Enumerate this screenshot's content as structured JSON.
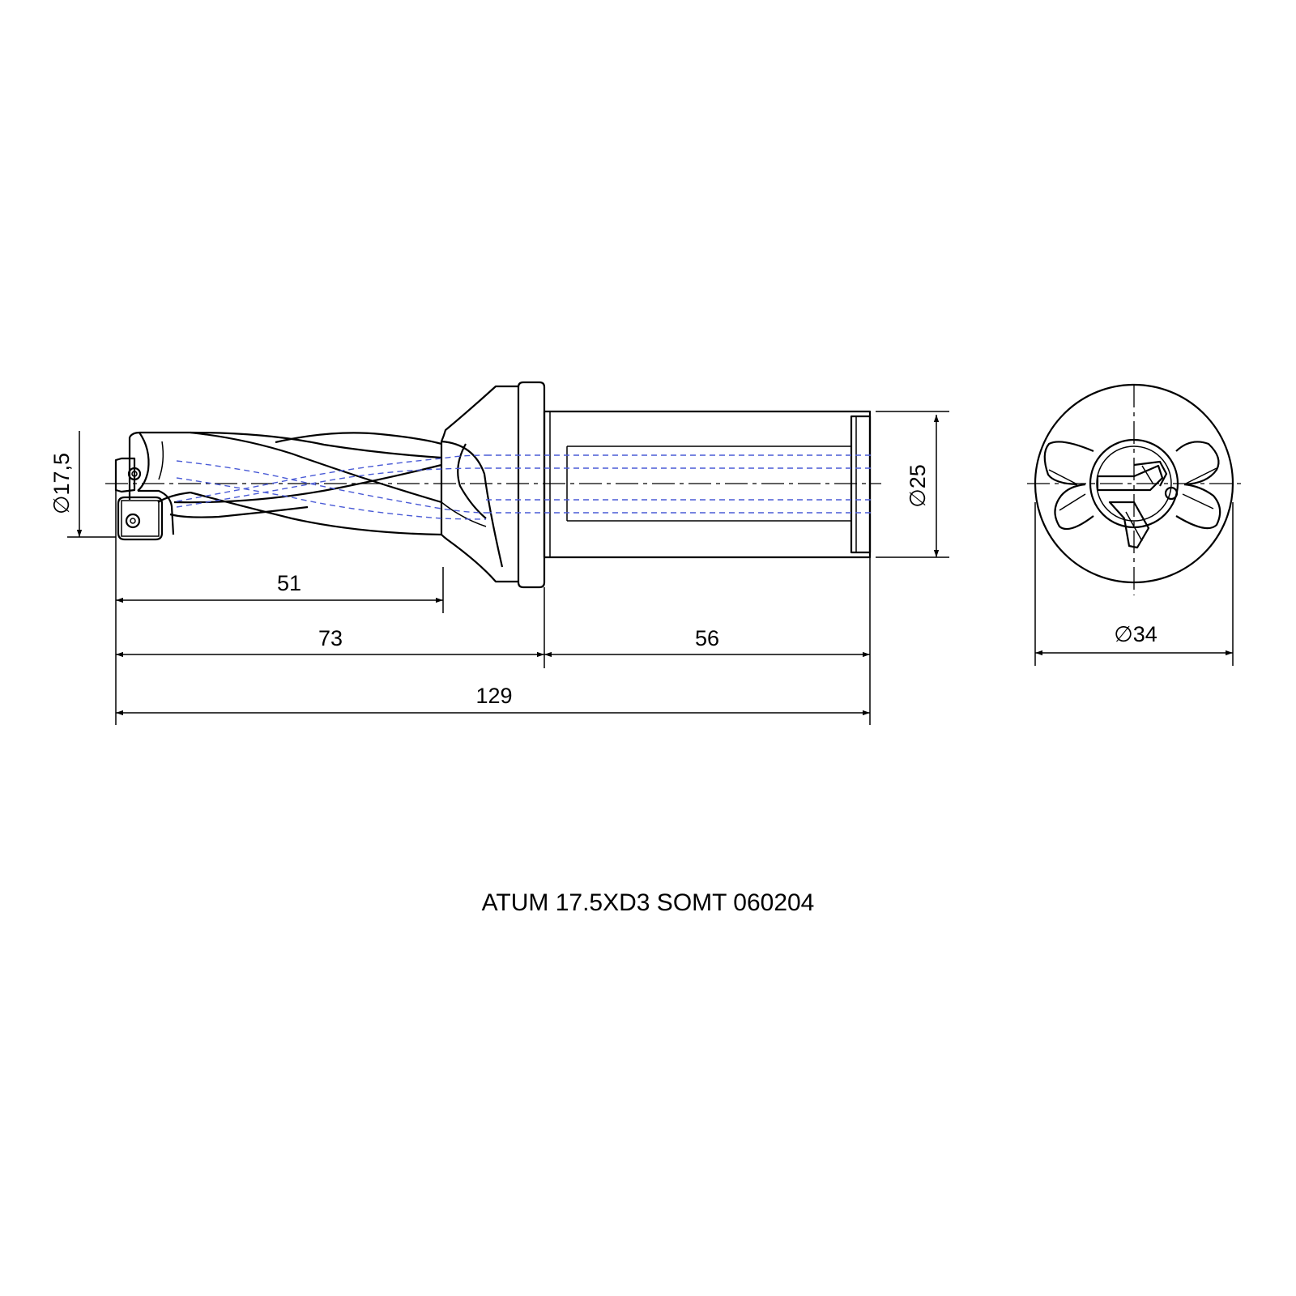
{
  "drawing": {
    "title": "ATUM 17.5XD3 SOMT 060204",
    "dimensions": {
      "tip_diameter": "∅17,5",
      "shank_diameter": "∅25",
      "flange_diameter": "∅34",
      "flute_length": "51",
      "body_length": "73",
      "shank_length": "56",
      "overall_length": "129"
    }
  }
}
